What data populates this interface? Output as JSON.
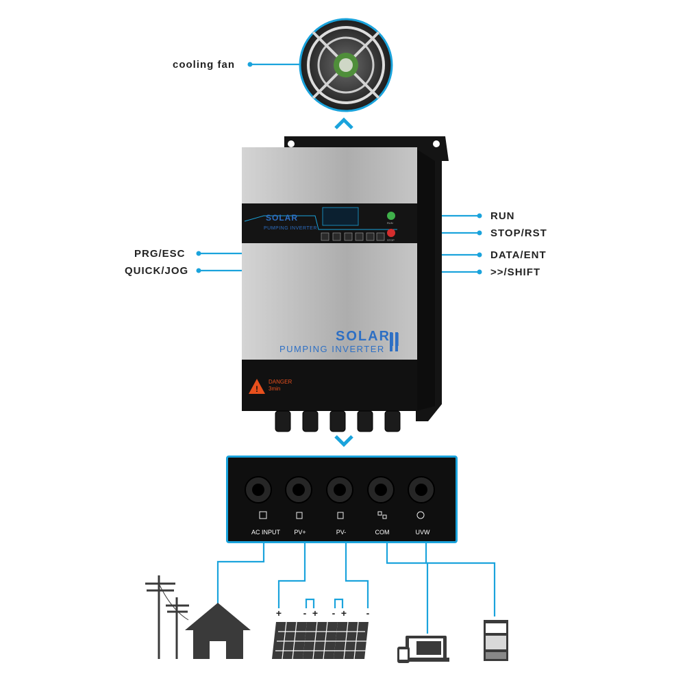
{
  "labels": {
    "cooling_fan": "cooling fan",
    "run": "RUN",
    "stop_rst": "STOP/RST",
    "data_ent": "DATA/ENT",
    "shift": ">>/SHIFT",
    "prg_esc": "PRG/ESC",
    "quick_jog": "QUICK/JOG"
  },
  "device": {
    "brand_small": "SOLAR",
    "brand_small_sub": "PUMPING INVERTER",
    "brand_big": "SOLAR",
    "brand_big_sub": "PUMPING INVERTER",
    "brand_mark": "II",
    "danger_title": "DANGER",
    "danger_time": "3min",
    "run_tag": "RUN",
    "stop_tag": "STOP"
  },
  "ports": {
    "items": [
      {
        "label": "AC INPUT",
        "icon": "power-tower-icon"
      },
      {
        "label": "PV+",
        "icon": "solar-panel-icon"
      },
      {
        "label": "PV-",
        "icon": "solar-panel-icon"
      },
      {
        "label": "COM",
        "icon": "communication-icon"
      },
      {
        "label": "UVW",
        "icon": "pump-icon"
      }
    ]
  },
  "panels": {
    "signs": [
      "+",
      "-",
      "+",
      "-",
      "+",
      "-"
    ]
  },
  "colors": {
    "accent": "#1aa3dc",
    "body": "#b9b9b9",
    "dark": "#161616",
    "brand_blue": "#2d6fc4",
    "danger": "#e8501d"
  }
}
